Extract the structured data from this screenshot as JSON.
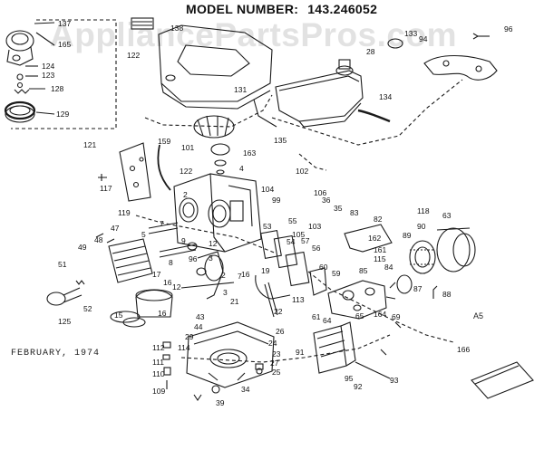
{
  "header": {
    "model_label": "MODEL NUMBER:",
    "model_number": "143.246052"
  },
  "watermark": "AppliancePartsPros.com",
  "footer": {
    "date": "FEBRUARY, 1974",
    "page_code": "A5"
  },
  "colors": {
    "ink": "#1a1a1a",
    "watermark": "#969696",
    "background": "#ffffff"
  },
  "part_numbers": [
    "137",
    "165",
    "124",
    "123",
    "128",
    "129",
    "138",
    "122",
    "133",
    "96",
    "28",
    "94",
    "131",
    "134",
    "135",
    "121",
    "159",
    "101",
    "163",
    "4",
    "122",
    "117",
    "2",
    "119",
    "102",
    "104",
    "99",
    "106",
    "36",
    "35",
    "83",
    "82",
    "118",
    "63",
    "90",
    "89",
    "47",
    "48",
    "49",
    "51",
    "125",
    "52",
    "7",
    "5",
    "9",
    "12",
    "8",
    "96",
    "3",
    "53",
    "55",
    "54",
    "57",
    "56",
    "60",
    "59",
    "113",
    "114",
    "162",
    "161",
    "115",
    "85",
    "84",
    "87",
    "88",
    "12",
    "17",
    "15",
    "16",
    "21",
    "43",
    "44",
    "22",
    "26",
    "61",
    "64",
    "65",
    "164",
    "69",
    "91",
    "92",
    "93",
    "95",
    "166",
    "112",
    "111",
    "110",
    "109",
    "29",
    "24",
    "23",
    "27",
    "25",
    "34",
    "39",
    "105",
    "103",
    "19",
    "16",
    "16",
    "2",
    "3",
    "7"
  ]
}
